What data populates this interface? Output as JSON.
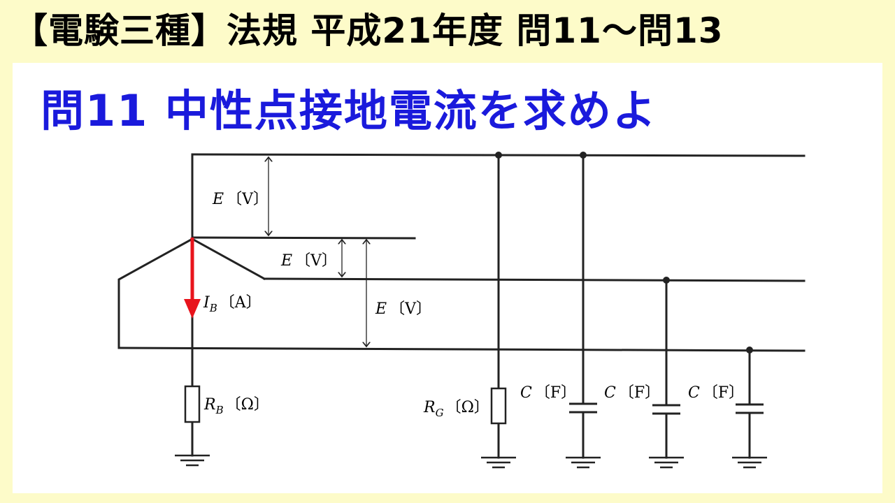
{
  "header": {
    "title": "【電験三種】法規 平成21年度 問11〜問13"
  },
  "question": {
    "text": "問11 中性点接地電流を求めよ"
  },
  "diagram": {
    "labels": {
      "e_top": {
        "var": "E",
        "unit": "〔V〕"
      },
      "e_mid": {
        "var": "E",
        "unit": "〔V〕"
      },
      "e_big": {
        "var": "E",
        "unit": "〔V〕"
      },
      "ib": {
        "var": "I",
        "sub": "B",
        "unit": "〔A〕"
      },
      "rb": {
        "var": "R",
        "sub": "B",
        "unit": "〔Ω〕"
      },
      "rg": {
        "var": "R",
        "sub": "G",
        "unit": "〔Ω〕"
      },
      "c1": {
        "var": "C",
        "unit": "〔F〕"
      },
      "c2": {
        "var": "C",
        "unit": "〔F〕"
      },
      "c3": {
        "var": "C",
        "unit": "〔F〕"
      }
    },
    "colors": {
      "arrow": "#e8141c",
      "line": "#222222",
      "title": "#1a1adc",
      "background": "#fdfbc9"
    }
  }
}
